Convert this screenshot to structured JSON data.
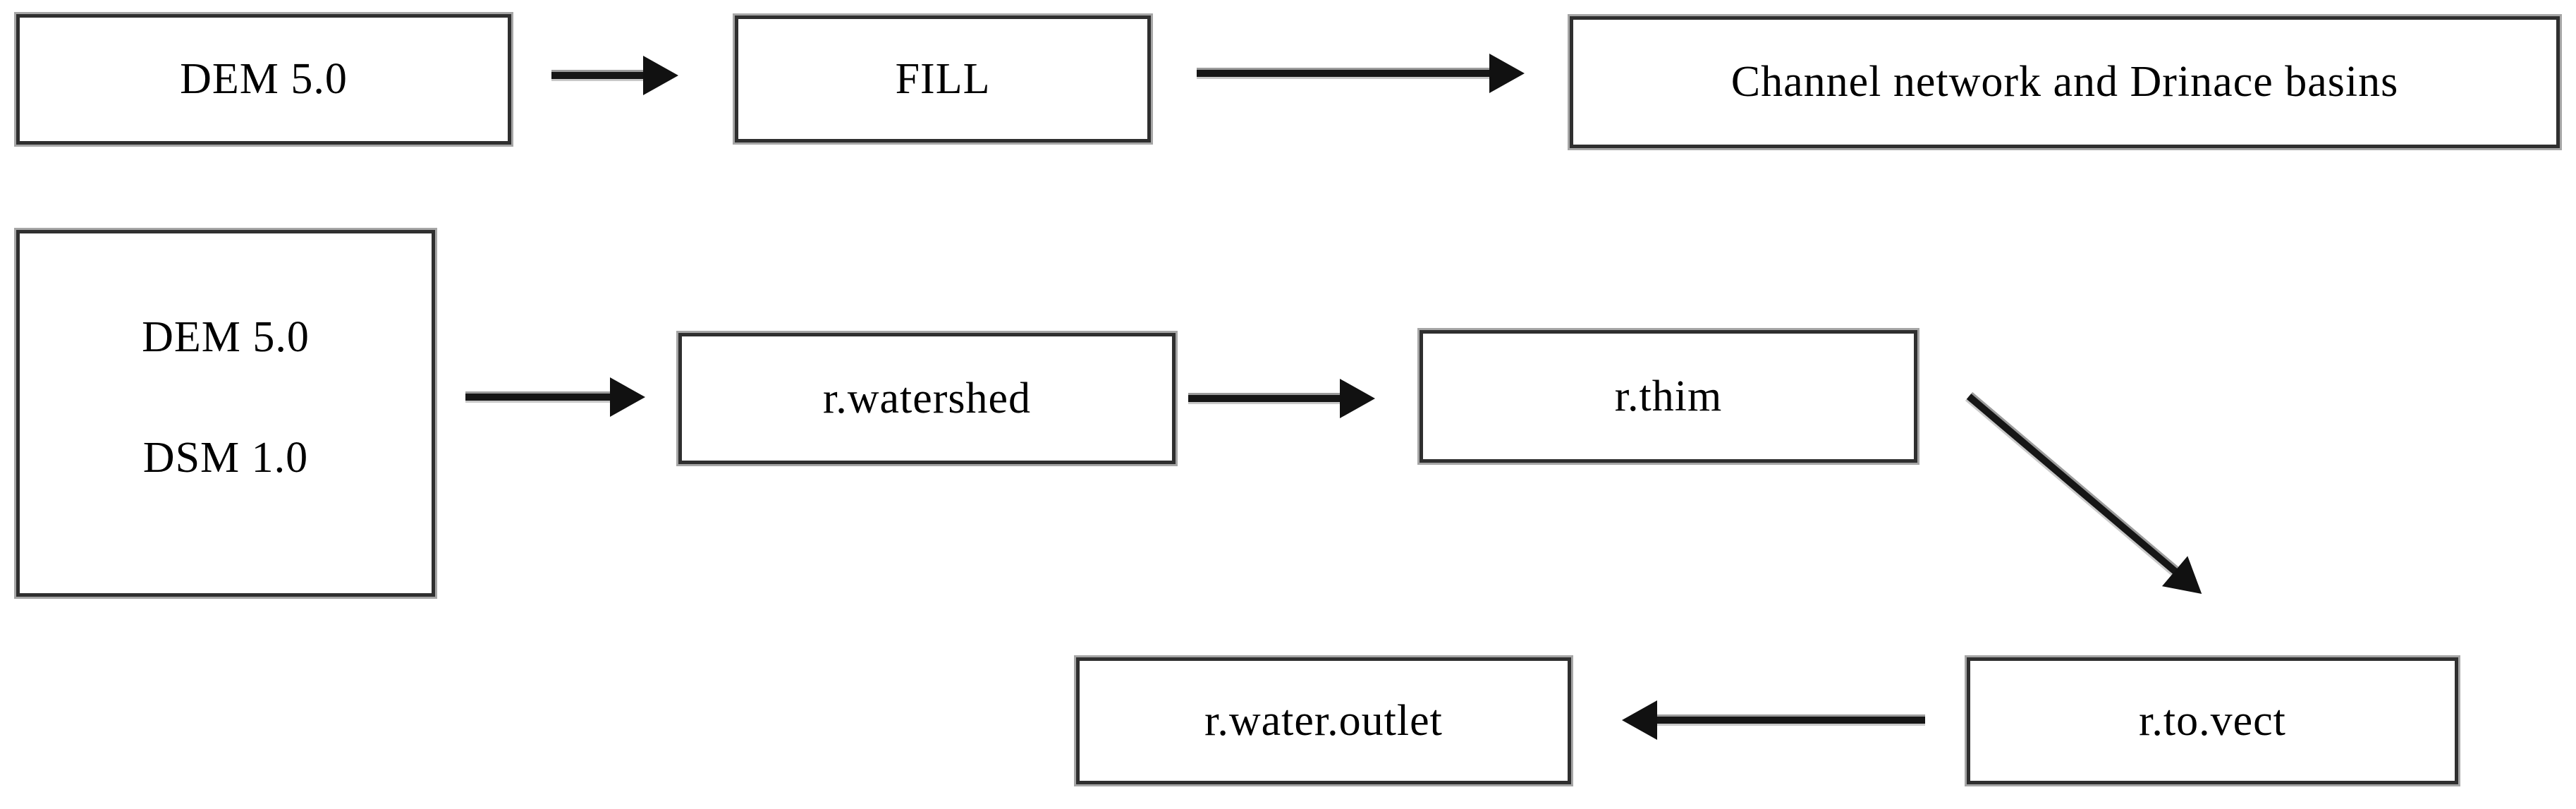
{
  "figure": {
    "type": "flowchart",
    "background_color": "#ffffff",
    "box_border_color": "#2f2f2f",
    "box_halo_color": "#a6a6a6",
    "arrow_color": "#161616",
    "text_color": "#000000"
  },
  "nodes": {
    "dem50": {
      "label": "DEM 5.0"
    },
    "fill": {
      "label": "FILL"
    },
    "channel": {
      "label": "Channel network and Drinace basins"
    },
    "dem_dsm": {
      "line1": "DEM 5.0",
      "line2": "DSM 1.0"
    },
    "rwatershed": {
      "label": "r.watershed"
    },
    "rthim": {
      "label": "r.thim"
    },
    "rwateroutlet": {
      "label": "r.water.outlet"
    },
    "rtovect": {
      "label": "r.to.vect"
    }
  },
  "edges": [
    {
      "from": "DEM 5.0",
      "to": "FILL",
      "direction": "right"
    },
    {
      "from": "FILL",
      "to": "Channel network and Drinace basins",
      "direction": "right"
    },
    {
      "from": "DEM 5.0 / DSM 1.0",
      "to": "r.watershed",
      "direction": "right"
    },
    {
      "from": "r.watershed",
      "to": "r.thim",
      "direction": "right"
    },
    {
      "from": "r.thim",
      "to": "r.to.vect",
      "direction": "down-right"
    },
    {
      "from": "r.to.vect",
      "to": "r.water.outlet",
      "direction": "left"
    }
  ]
}
